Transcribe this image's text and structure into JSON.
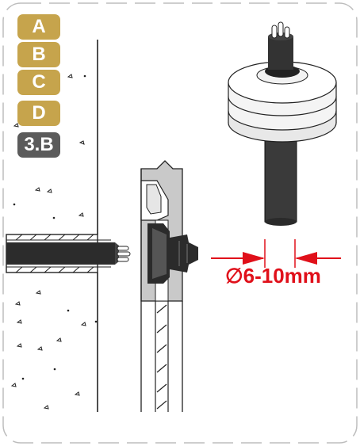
{
  "step_tags": [
    {
      "label": "A",
      "color": "#c6a44c"
    },
    {
      "label": "B",
      "color": "#c6a44c"
    },
    {
      "label": "C",
      "color": "#c6a44c"
    },
    {
      "label": "D",
      "color": "#c6a44c"
    },
    {
      "label": "3.B",
      "color": "#5b5b5b"
    }
  ],
  "dimension": {
    "text": "∅6-10mm",
    "color": "#e0101a"
  },
  "colors": {
    "wall_fill": "#ffffff",
    "section_grey": "#c9c9c9",
    "cable": "#3a3a3a",
    "accent": "#e0101a"
  },
  "icons": [
    "wall-section",
    "cable-gland-section",
    "cable-gland-3d",
    "dimension-arrows"
  ]
}
